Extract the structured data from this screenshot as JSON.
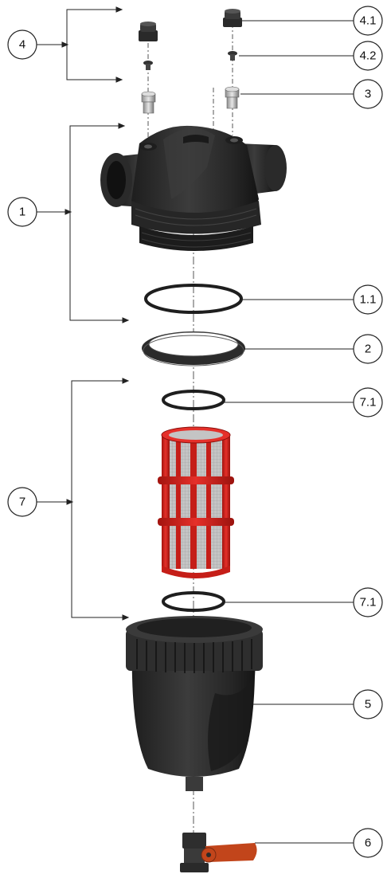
{
  "callouts": [
    {
      "id": "4",
      "label": "4"
    },
    {
      "id": "4.1",
      "label": "4.1"
    },
    {
      "id": "4.2",
      "label": "4.2"
    },
    {
      "id": "3",
      "label": "3"
    },
    {
      "id": "1",
      "label": "1"
    },
    {
      "id": "1.1",
      "label": "1.1"
    },
    {
      "id": "2",
      "label": "2"
    },
    {
      "id": "7.1a",
      "label": "7.1"
    },
    {
      "id": "7",
      "label": "7"
    },
    {
      "id": "7.1b",
      "label": "7.1"
    },
    {
      "id": "5",
      "label": "5"
    },
    {
      "id": "6",
      "label": "6"
    }
  ],
  "colors": {
    "body": "#2b2b2b",
    "body_light": "#4a4a4a",
    "screen_red": "#d8221c",
    "screen_mesh": "#b9b9b9",
    "valve_handle": "#c2451b",
    "brass": "#c8c8c8"
  }
}
